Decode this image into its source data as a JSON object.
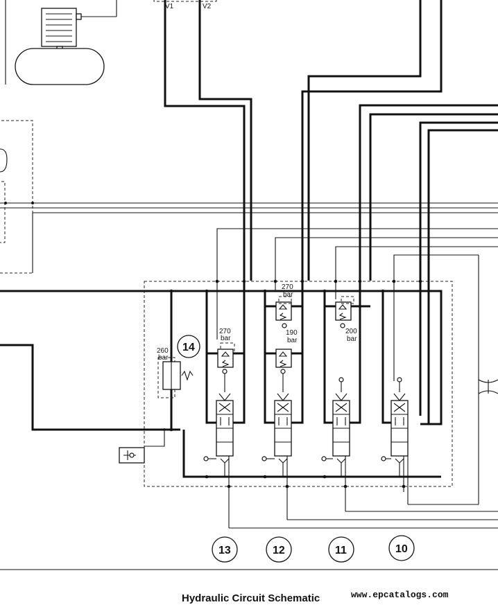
{
  "diagram": {
    "caption": "Hydraulic Circuit Schematic",
    "watermark": "www.epcatalogs.com",
    "port_labels": [
      "V1",
      "V2"
    ],
    "relief_valves": [
      {
        "id": "relief-14",
        "setting": "260",
        "unit": "bar"
      },
      {
        "id": "relief-13",
        "setting": "270",
        "unit": "bar"
      },
      {
        "id": "relief-12-upper",
        "setting": "270",
        "unit": "bar"
      },
      {
        "id": "relief-12-lower",
        "setting": "190",
        "unit": "bar"
      },
      {
        "id": "relief-11",
        "setting": "200",
        "unit": "bar"
      }
    ],
    "callouts": [
      "14",
      "13",
      "12",
      "11",
      "10"
    ]
  }
}
